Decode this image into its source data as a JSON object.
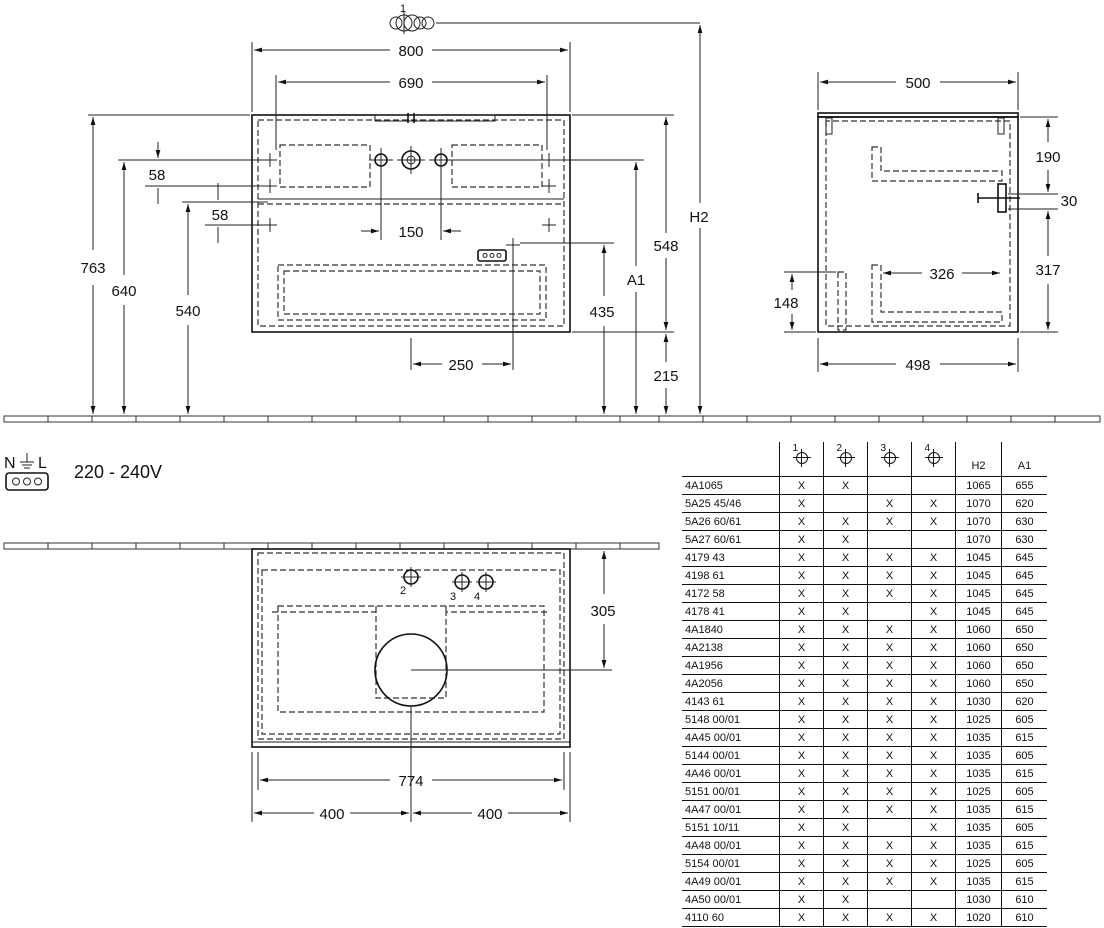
{
  "dimensions": {
    "front": {
      "width_total": "800",
      "width_inner": "690",
      "h2": "H2",
      "a1": "A1",
      "h763": "763",
      "h640": "640",
      "h540": "540",
      "gap58a": "58",
      "gap58b": "58",
      "spacing150": "150",
      "offset250": "250",
      "h435": "435",
      "h548": "548",
      "h215": "215",
      "hole_label": "1"
    },
    "side": {
      "depth_top": "500",
      "depth_bottom": "498",
      "h190": "190",
      "h30": "30",
      "h317": "317",
      "h148": "148",
      "d326": "326"
    },
    "top": {
      "depth305": "305",
      "width774": "774",
      "half_left": "400",
      "half_right": "400",
      "hole2": "2",
      "hole3": "3",
      "hole4": "4"
    }
  },
  "electrical": {
    "symbol_n": "N",
    "symbol_l": "L",
    "voltage": "220 - 240V"
  },
  "table": {
    "headers": {
      "h1": "1",
      "h2n": "2",
      "h3": "3",
      "h4": "4",
      "col_h2": "H2",
      "col_a1": "A1"
    },
    "rows": [
      [
        "4A1065",
        "X",
        "X",
        "",
        "",
        "1065",
        "655"
      ],
      [
        "5A25 45/46",
        "X",
        "",
        "X",
        "X",
        "1070",
        "620"
      ],
      [
        "5A26 60/61",
        "X",
        "X",
        "X",
        "X",
        "1070",
        "630"
      ],
      [
        "5A27 60/61",
        "X",
        "X",
        "",
        "",
        "1070",
        "630"
      ],
      [
        "4179 43",
        "X",
        "X",
        "X",
        "X",
        "1045",
        "645"
      ],
      [
        "4198 61",
        "X",
        "X",
        "X",
        "X",
        "1045",
        "645"
      ],
      [
        "4172 58",
        "X",
        "X",
        "X",
        "X",
        "1045",
        "645"
      ],
      [
        "4178 41",
        "X",
        "X",
        "",
        "X",
        "1045",
        "645"
      ],
      [
        "4A1840",
        "X",
        "X",
        "X",
        "X",
        "1060",
        "650"
      ],
      [
        "4A2138",
        "X",
        "X",
        "X",
        "X",
        "1060",
        "650"
      ],
      [
        "4A1956",
        "X",
        "X",
        "X",
        "X",
        "1060",
        "650"
      ],
      [
        "4A2056",
        "X",
        "X",
        "X",
        "X",
        "1060",
        "650"
      ],
      [
        "4143 61",
        "X",
        "X",
        "X",
        "X",
        "1030",
        "620"
      ],
      [
        "5148 00/01",
        "X",
        "X",
        "X",
        "X",
        "1025",
        "605"
      ],
      [
        "4A45 00/01",
        "X",
        "X",
        "X",
        "X",
        "1035",
        "615"
      ],
      [
        "5144 00/01",
        "X",
        "X",
        "X",
        "X",
        "1035",
        "605"
      ],
      [
        "4A46 00/01",
        "X",
        "X",
        "X",
        "X",
        "1035",
        "615"
      ],
      [
        "5151 00/01",
        "X",
        "X",
        "X",
        "X",
        "1025",
        "605"
      ],
      [
        "4A47 00/01",
        "X",
        "X",
        "X",
        "X",
        "1035",
        "615"
      ],
      [
        "5151 10/11",
        "X",
        "X",
        "",
        "X",
        "1035",
        "605"
      ],
      [
        "4A48 00/01",
        "X",
        "X",
        "X",
        "X",
        "1035",
        "615"
      ],
      [
        "5154 00/01",
        "X",
        "X",
        "X",
        "X",
        "1025",
        "605"
      ],
      [
        "4A49 00/01",
        "X",
        "X",
        "X",
        "X",
        "1035",
        "615"
      ],
      [
        "4A50 00/01",
        "X",
        "X",
        "",
        "",
        "1030",
        "610"
      ],
      [
        "4110 60",
        "X",
        "X",
        "X",
        "X",
        "1020",
        "610"
      ]
    ]
  }
}
